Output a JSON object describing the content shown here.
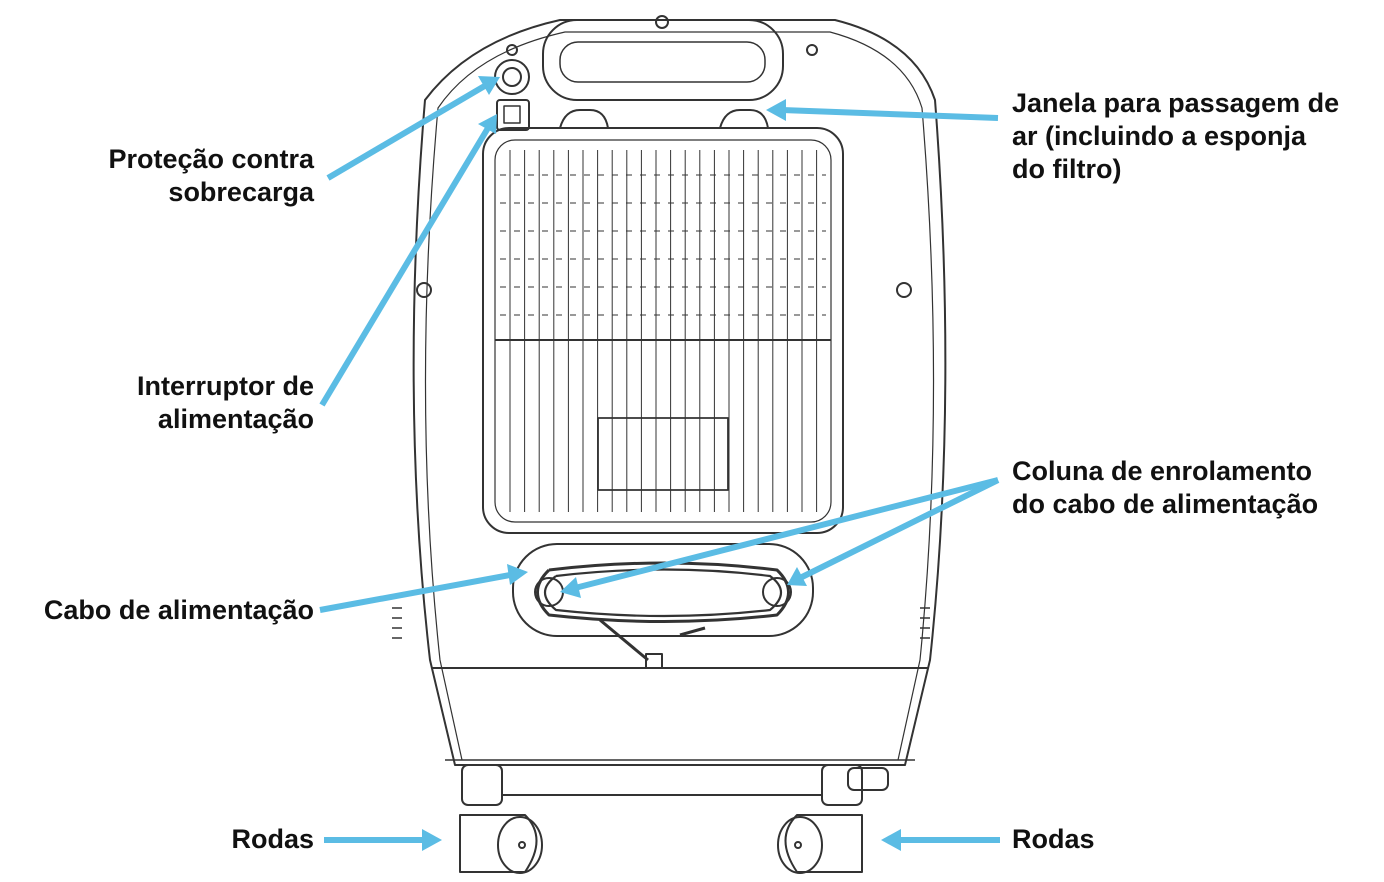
{
  "colors": {
    "arrow": "#5bbce4",
    "line_art": "#333333",
    "background": "#ffffff",
    "text": "#111111"
  },
  "labels": {
    "overload": [
      "Proteção contra",
      "sobrecarga"
    ],
    "power_switch": [
      "Interruptor de",
      "alimentação"
    ],
    "power_cable": [
      "Cabo de alimentação"
    ],
    "wheels_left": [
      "Rodas"
    ],
    "air_window": [
      "Janela para passagem de",
      "ar (incluindo a esponja",
      "do filtro)"
    ],
    "cord_column": [
      "Coluna de enrolamento",
      "do cabo de alimentação"
    ],
    "wheels_right": [
      "Rodas"
    ]
  }
}
